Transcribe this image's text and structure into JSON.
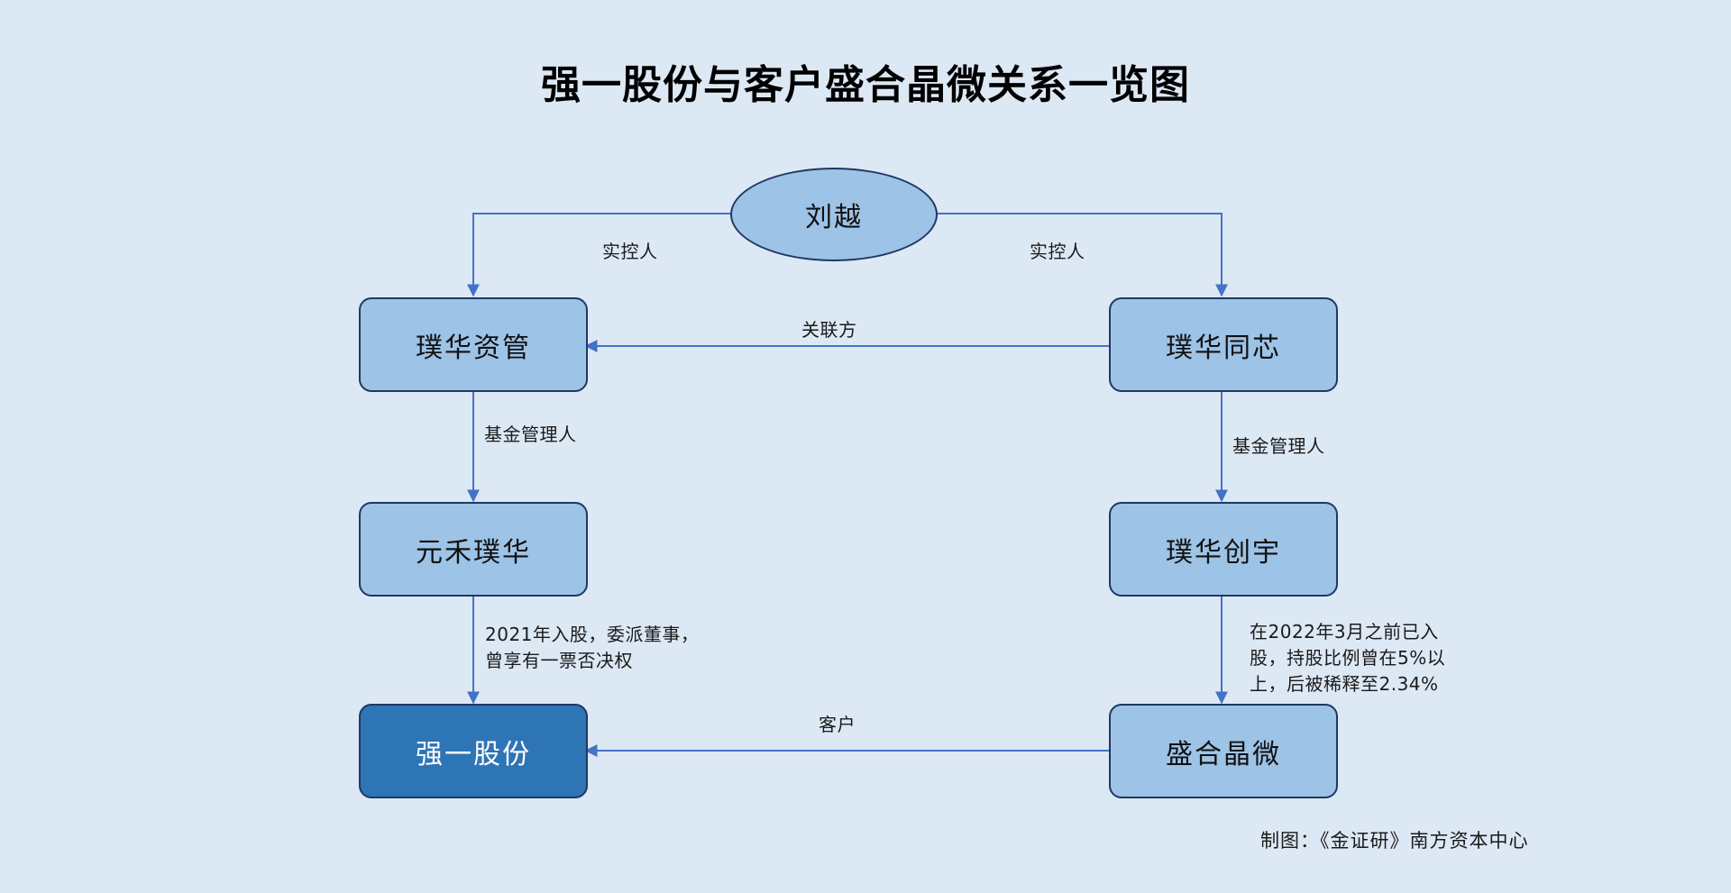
{
  "page": {
    "title": "强一股份与客户盛合晶微关系一览图",
    "background_color": "#dde8f5",
    "credit": "制图：《金证研》南方资本中心"
  },
  "palette": {
    "node_fill": "#9dc3e6",
    "node_border": "#1f3864",
    "highlight_fill": "#2e75b6",
    "highlight_text": "#ffffff",
    "connector": "#4472c4",
    "text": "#111111"
  },
  "nodes": {
    "person": {
      "label": "刘越",
      "shape": "ellipse"
    },
    "left_top": {
      "label": "璞华资管",
      "shape": "rounded-rect"
    },
    "right_top": {
      "label": "璞华同芯",
      "shape": "rounded-rect"
    },
    "left_mid": {
      "label": "元禾璞华",
      "shape": "rounded-rect"
    },
    "right_mid": {
      "label": "璞华创宇",
      "shape": "rounded-rect"
    },
    "left_bottom": {
      "label": "强一股份",
      "shape": "rounded-rect",
      "highlight": true
    },
    "right_bottom": {
      "label": "盛合晶微",
      "shape": "rounded-rect"
    }
  },
  "edges": {
    "person_to_left_top": {
      "label": "实控人"
    },
    "person_to_right_top": {
      "label": "实控人"
    },
    "right_top_to_left_top": {
      "label": "关联方"
    },
    "left_top_to_left_mid": {
      "label": "基金管理人"
    },
    "right_top_to_right_mid": {
      "label": "基金管理人"
    },
    "left_mid_to_left_bottom": {
      "label": "2021年入股，委派董事，\n曾享有一票否决权"
    },
    "right_mid_to_right_bottom": {
      "label": "在2022年3月之前已入\n股，持股比例曾在5%以\n上，后被稀释至2.34%"
    },
    "right_bottom_to_left_bottom": {
      "label": "客户"
    }
  }
}
